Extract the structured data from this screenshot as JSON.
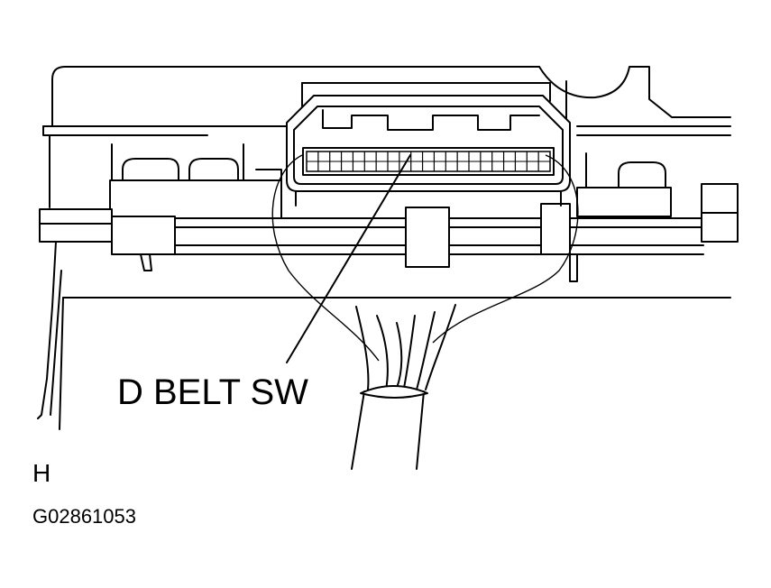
{
  "diagram": {
    "callout_label": "D BELT SW",
    "corner_letter": "H",
    "figure_id": "G02861053",
    "connector_pins": 21
  }
}
